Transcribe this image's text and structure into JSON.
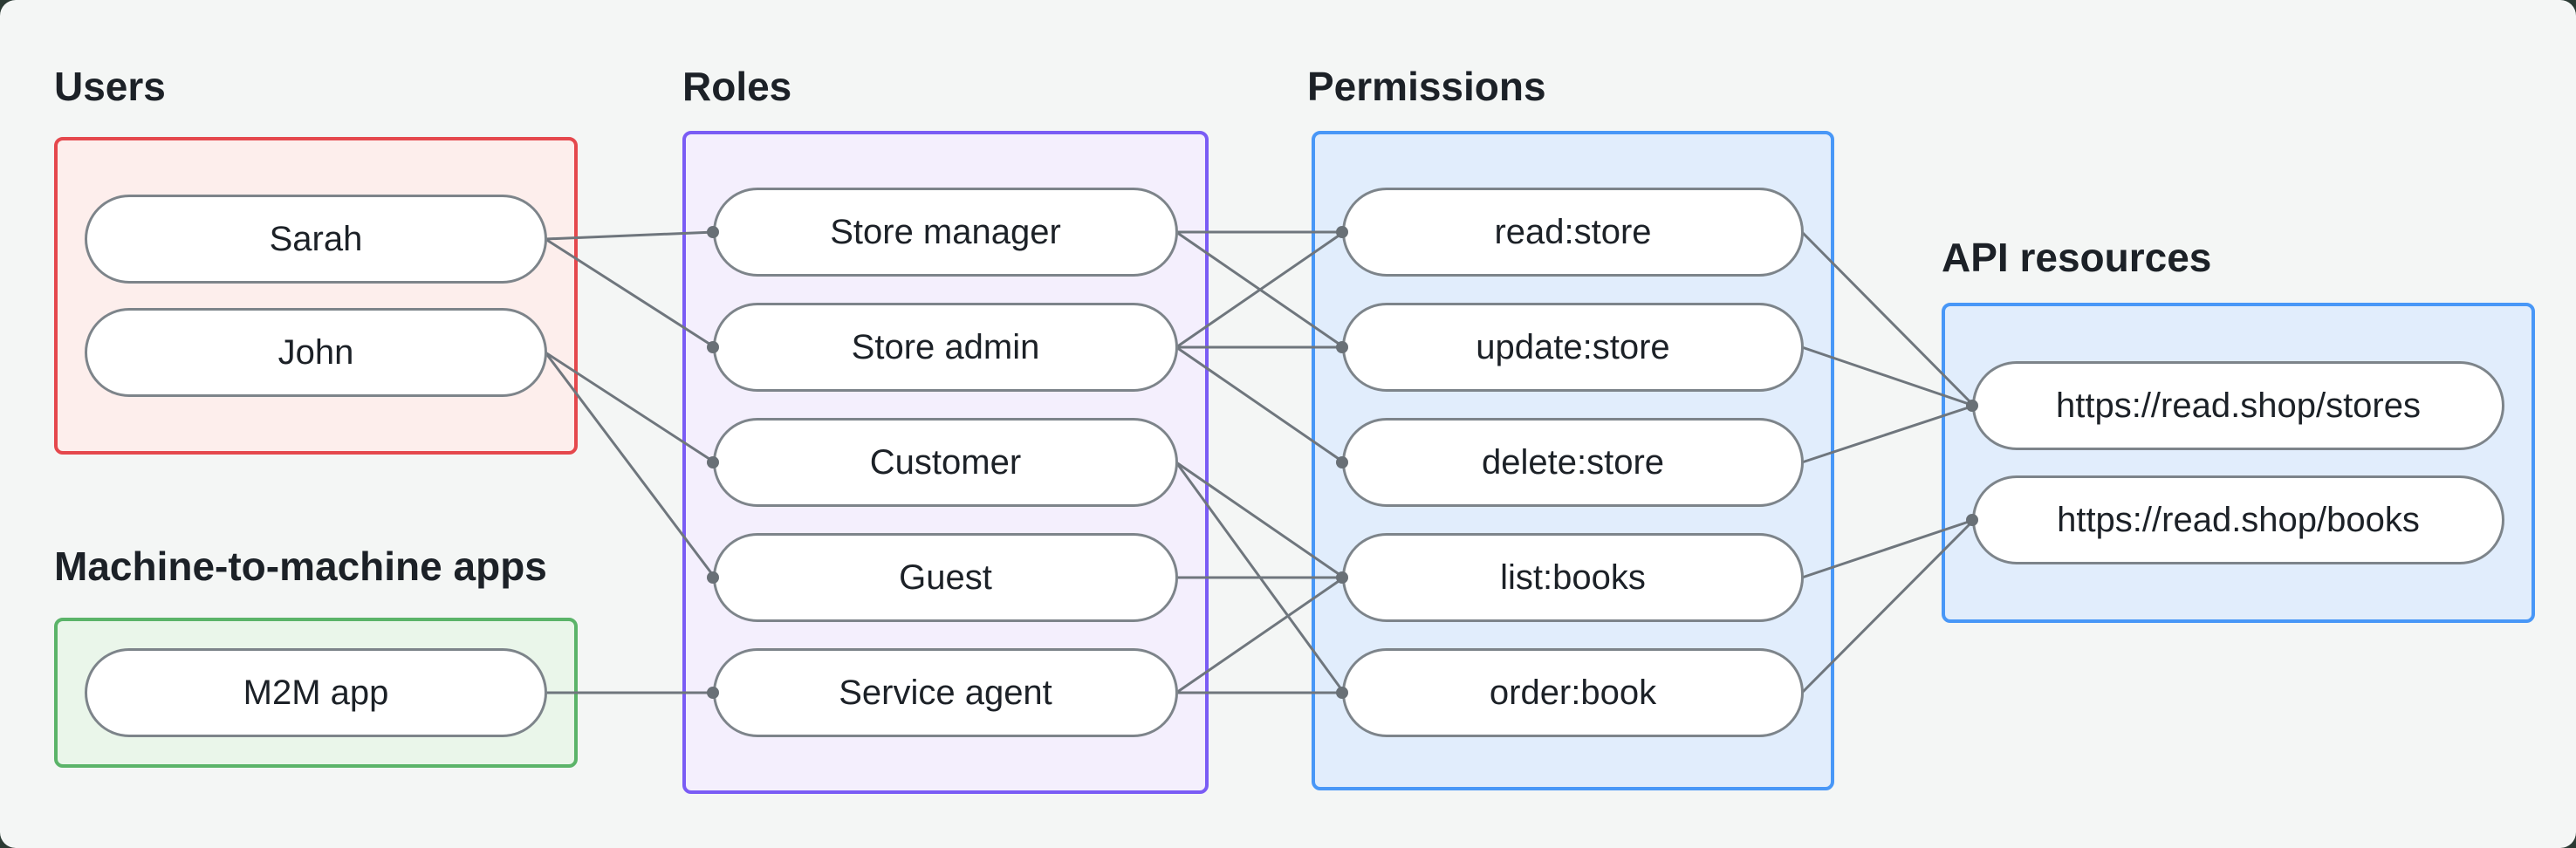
{
  "colors": {
    "background": "#f4f6f5",
    "outer_background": "#2b3a33",
    "text": "#1c2127",
    "pill_fill": "#ffffff",
    "pill_border": "#7d848a",
    "edge_line": "#6f767d",
    "connection_dot": "#697076",
    "users": {
      "border": "#e5484d",
      "fill": "#fdeeec"
    },
    "m2m": {
      "border": "#5bb469",
      "fill": "#eaf6ea"
    },
    "roles": {
      "border": "#7a5cf5",
      "fill": "#f4effd"
    },
    "permissions": {
      "border": "#4897f7",
      "fill": "#e1edfc"
    },
    "api": {
      "border": "#4897f7",
      "fill": "#e1edfc"
    }
  },
  "groups": [
    {
      "id": "users",
      "label": "Users",
      "color_key": "users",
      "pills": [
        {
          "id": "sarah",
          "label": "Sarah"
        },
        {
          "id": "john",
          "label": "John"
        }
      ]
    },
    {
      "id": "m2m",
      "label": "Machine-to-machine apps",
      "color_key": "m2m",
      "pills": [
        {
          "id": "m2m_app",
          "label": "M2M app"
        }
      ]
    },
    {
      "id": "roles",
      "label": "Roles",
      "color_key": "roles",
      "pills": [
        {
          "id": "store_manager",
          "label": "Store manager"
        },
        {
          "id": "store_admin",
          "label": "Store admin"
        },
        {
          "id": "customer",
          "label": "Customer"
        },
        {
          "id": "guest",
          "label": "Guest"
        },
        {
          "id": "service_agent",
          "label": "Service agent"
        }
      ]
    },
    {
      "id": "permissions",
      "label": "Permissions",
      "color_key": "permissions",
      "pills": [
        {
          "id": "read_store",
          "label": "read:store"
        },
        {
          "id": "update_store",
          "label": "update:store"
        },
        {
          "id": "delete_store",
          "label": "delete:store"
        },
        {
          "id": "list_books",
          "label": "list:books"
        },
        {
          "id": "order_book",
          "label": "order:book"
        }
      ]
    },
    {
      "id": "api",
      "label": "API resources",
      "color_key": "api",
      "pills": [
        {
          "id": "stores",
          "label": "https://read.shop/stores"
        },
        {
          "id": "books",
          "label": "https://read.shop/books"
        }
      ]
    }
  ],
  "edges": [
    [
      "sarah",
      "store_manager"
    ],
    [
      "sarah",
      "store_admin"
    ],
    [
      "john",
      "customer"
    ],
    [
      "john",
      "guest"
    ],
    [
      "m2m_app",
      "service_agent"
    ],
    [
      "store_manager",
      "read_store"
    ],
    [
      "store_manager",
      "update_store"
    ],
    [
      "store_admin",
      "read_store"
    ],
    [
      "store_admin",
      "update_store"
    ],
    [
      "store_admin",
      "delete_store"
    ],
    [
      "customer",
      "list_books"
    ],
    [
      "customer",
      "order_book"
    ],
    [
      "guest",
      "list_books"
    ],
    [
      "service_agent",
      "list_books"
    ],
    [
      "service_agent",
      "order_book"
    ],
    [
      "read_store",
      "stores"
    ],
    [
      "update_store",
      "stores"
    ],
    [
      "delete_store",
      "stores"
    ],
    [
      "list_books",
      "books"
    ],
    [
      "order_book",
      "books"
    ]
  ]
}
